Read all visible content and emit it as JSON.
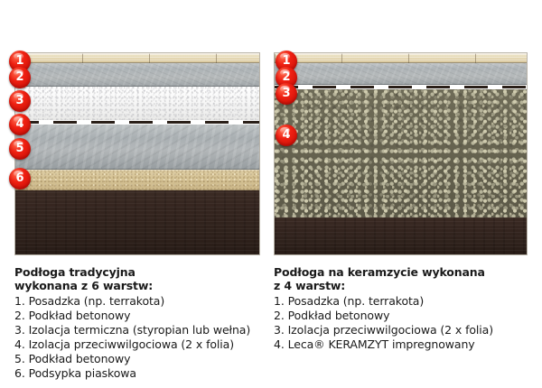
{
  "diagrams": [
    {
      "id": "traditional-floor",
      "layers": [
        {
          "num": "1",
          "name": "posadzka-terrakota"
        },
        {
          "num": "2",
          "name": "podklad-betonowy"
        },
        {
          "num": "3",
          "name": "izolacja-termiczna"
        },
        {
          "num": "4",
          "name": "izolacja-przeciwwilgociowa"
        },
        {
          "num": "5",
          "name": "podklad-betonowy"
        },
        {
          "num": "6",
          "name": "podsypka-piaskowa"
        }
      ]
    },
    {
      "id": "keramzyt-floor",
      "layers": [
        {
          "num": "1",
          "name": "posadzka-terrakota"
        },
        {
          "num": "2",
          "name": "podklad-betonowy"
        },
        {
          "num": "3",
          "name": "izolacja-przeciwwilgociowa"
        },
        {
          "num": "4",
          "name": "leca-keramzyt"
        }
      ]
    }
  ],
  "captions": {
    "left": {
      "title": "Podłoga tradycyjna\nwykonana z 6 warstw:",
      "items": [
        "1. Posadzka (np. terrakota)",
        "2. Podkład betonowy",
        "3. Izolacja termiczna (styropian lub wełna)",
        "4. Izolacja przeciwwilgociowa (2 x folia)",
        "5. Podkład betonowy",
        "6. Podsypka piaskowa"
      ]
    },
    "right": {
      "title": "Podłoga na keramzycie wykonana\nz 4 warstw:",
      "items": [
        "1. Posadzka (np. terrakota)",
        "2. Podkład betonowy",
        "3. Izolacja przeciwwilgociowa (2 x folia)",
        "4. Leca® KERAMZYT impregnowany"
      ]
    }
  },
  "colors": {
    "badge": "#ef2012",
    "badge_text": "#ffffff",
    "background": "#ffffff",
    "text": "#1a1a1a",
    "tile": "#e6d9b6",
    "concrete": "#b0b5b8",
    "styrofoam": "#f7f7f7",
    "sand": "#d6c395",
    "soil": "#32241e",
    "keramzyt": "#65624f",
    "foil_dash": "#241a14"
  }
}
